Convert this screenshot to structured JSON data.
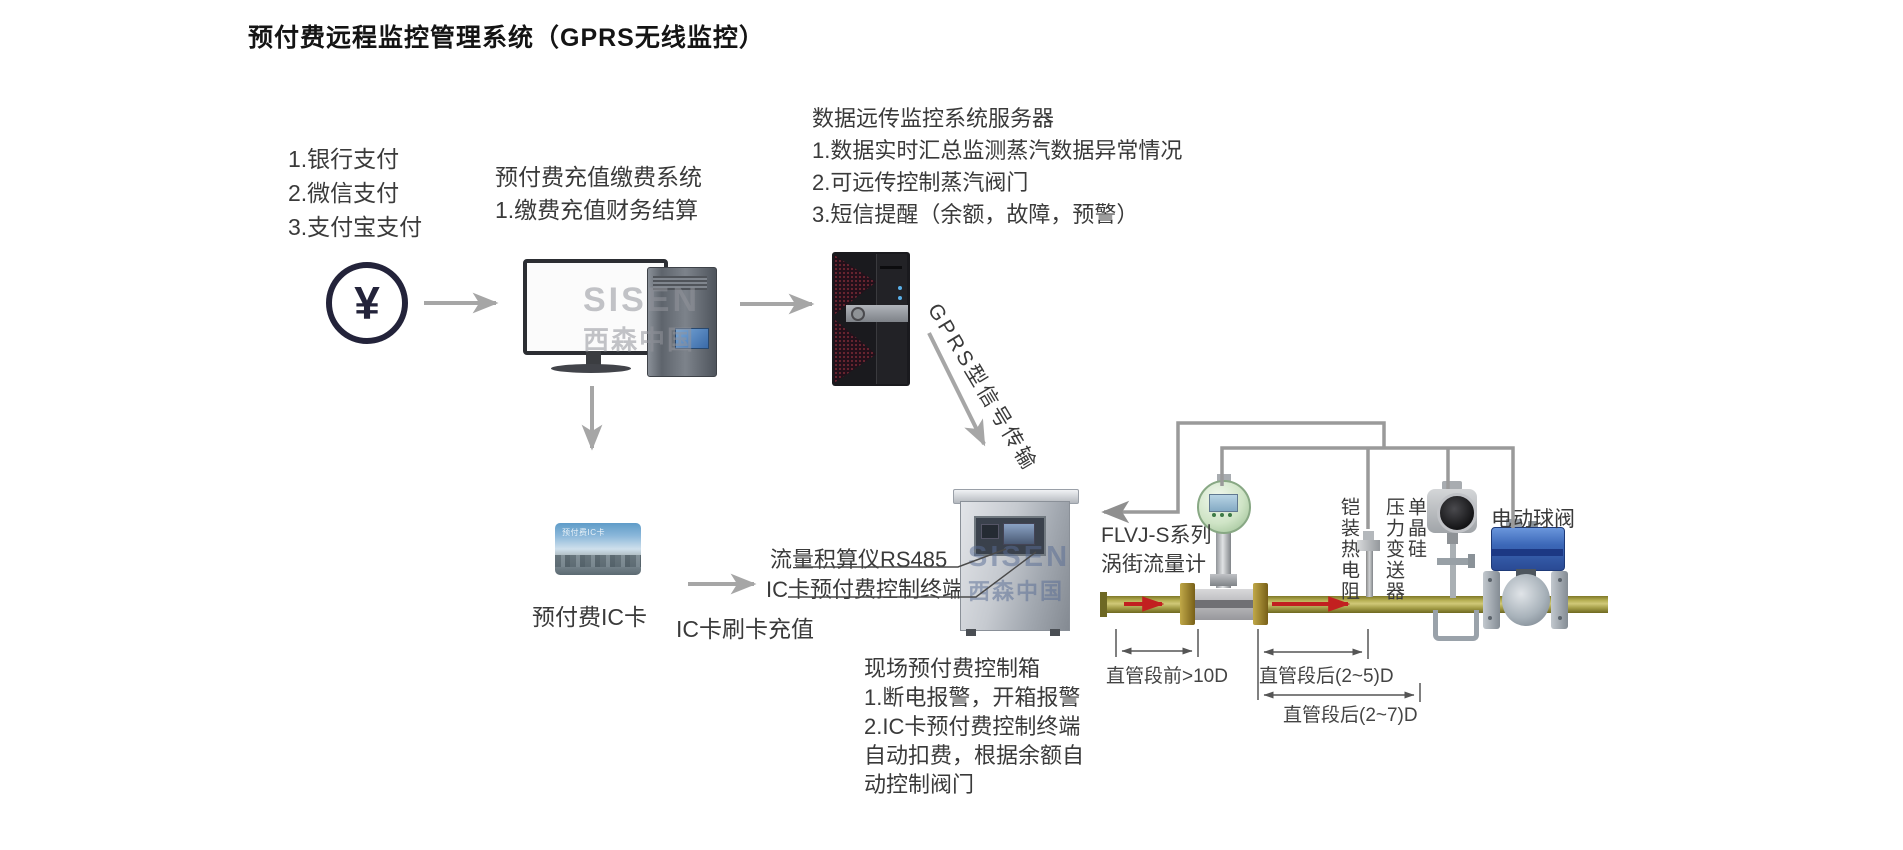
{
  "title": "预付费远程监控管理系统（GPRS无线监控）",
  "payment": {
    "currency_symbol": "¥",
    "lines": [
      "1.银行支付",
      "2.微信支付",
      "3.支付宝支付"
    ]
  },
  "recharge_system": {
    "lines": [
      "预付费充值缴费系统",
      "1.缴费充值财务结算"
    ]
  },
  "server": {
    "lines": [
      "数据远传监控系统服务器",
      "1.数据实时汇总监测蒸汽数据异常情况",
      "2.可远传控制蒸汽阀门",
      "3.短信提醒（余额，故障，预警）"
    ]
  },
  "gprs_label": "GPRS型信号传输",
  "ic_card": {
    "print_text": "预付费IC卡",
    "caption": "预付费IC卡",
    "swipe_label": "IC卡刷卡充值"
  },
  "terminal": {
    "label_line1": "流量积算仪RS485",
    "label_line2": "IC卡预付费控制终端"
  },
  "field_box": {
    "lines": [
      "现场预付费控制箱",
      "1.断电报警，开箱报警",
      "2.IC卡预付费控制终端",
      "自动扣费，根据余额自",
      "动控制阀门"
    ]
  },
  "flowmeter": {
    "label_lines": [
      "FLVJ-S系列",
      "涡街流量计"
    ]
  },
  "instruments": {
    "thermal_label": "铠装热电阻",
    "pressure_label_col_right": "单晶硅",
    "pressure_label_col_left": "压力变送器",
    "valve_label": "电动球阀"
  },
  "pipe_dimensions": {
    "upstream": "直管段前>10D",
    "downstream_short": "直管段后(2~5)D",
    "downstream_long": "直管段后(2~7)D"
  },
  "watermark": {
    "logo": "SISEN",
    "logo_cn": "西森中国"
  },
  "colors": {
    "pipe_olive": "#b5ae52",
    "flow_arrow_red": "#c22020",
    "connector_grey": "#a6a6a6",
    "wire_grey": "#9a9a9a",
    "valve_actuator_blue": "#3c68b8",
    "flowmeter_head_green": "#cfe4c6",
    "server_tower_black": "#1a1a1e",
    "text_dark": "#3a3a3a"
  }
}
